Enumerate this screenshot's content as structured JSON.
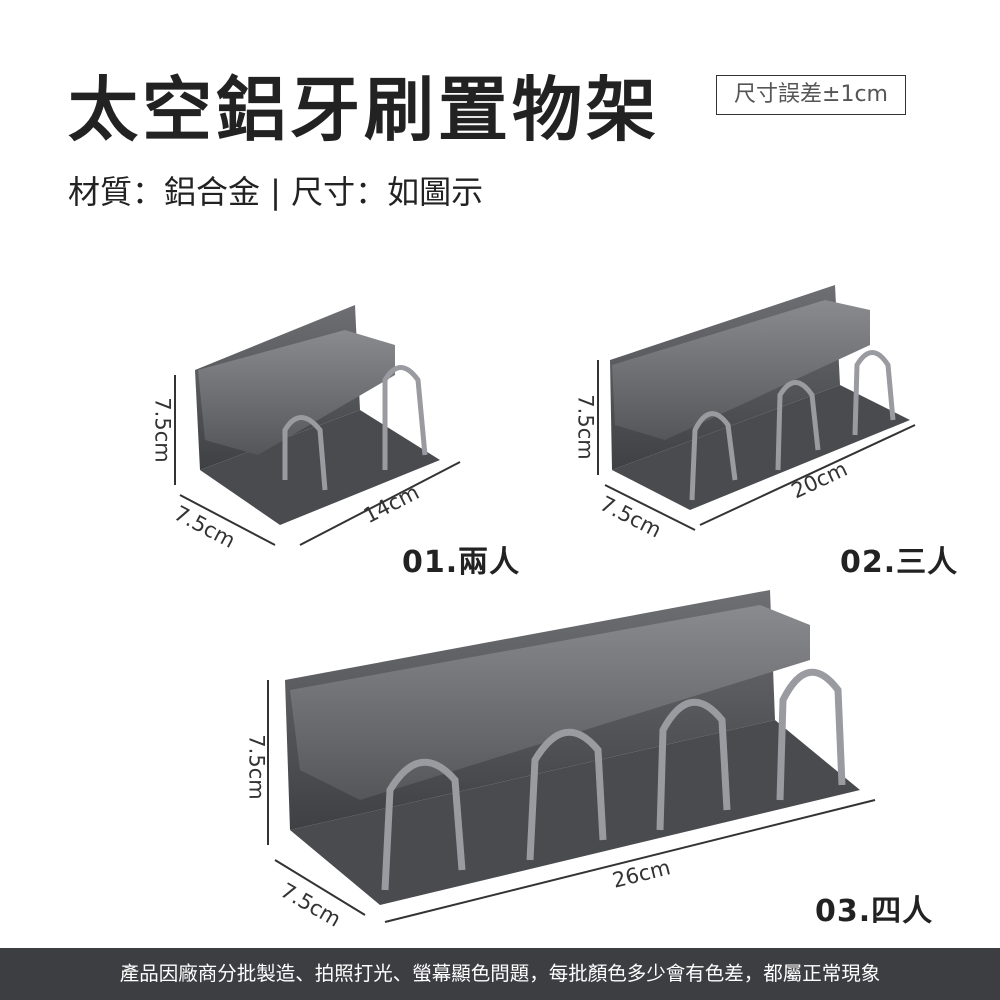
{
  "header": {
    "title": "太空鋁牙刷置物架",
    "tolerance": "尺寸誤差±1cm",
    "subtitle": "材質：鋁合金 | 尺寸：如圖示"
  },
  "products": [
    {
      "label": "01.兩人",
      "height": "7.5cm",
      "depth": "7.5cm",
      "width": "14cm",
      "hooks": 2
    },
    {
      "label": "02.三人",
      "height": "7.5cm",
      "depth": "7.5cm",
      "width": "20cm",
      "hooks": 3
    },
    {
      "label": "03.四人",
      "height": "7.5cm",
      "depth": "7.5cm",
      "width": "26cm",
      "hooks": 4
    }
  ],
  "footer": {
    "notice": "產品因廠商分批製造、拍照打光、螢幕顯色問題，每批顏色多少會有色差，都屬正常現象"
  },
  "colors": {
    "metal": "#5a5b5f",
    "metal_dark": "#3f4044",
    "footer_bg": "#3d3e42"
  }
}
